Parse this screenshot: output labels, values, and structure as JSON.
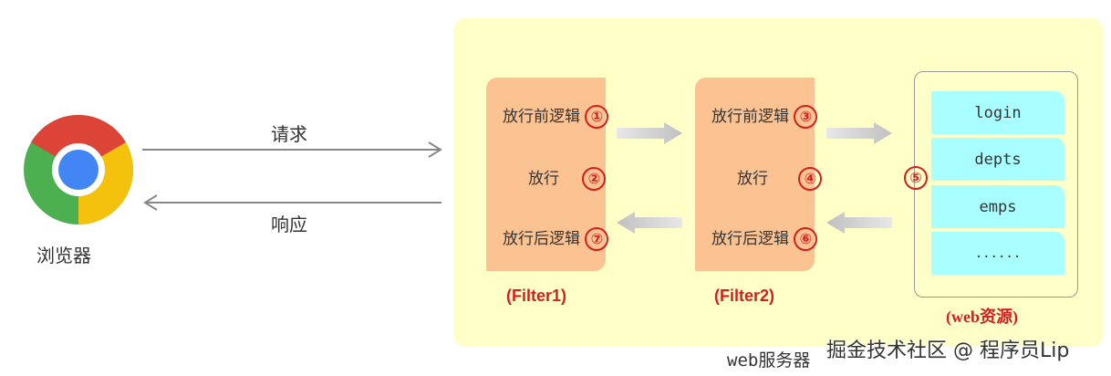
{
  "browser": {
    "label": "浏览器",
    "icon": "chrome-icon"
  },
  "arrows": {
    "request_label": "请求",
    "response_label": "响应"
  },
  "filters": [
    {
      "caption": "(Filter1)",
      "before": {
        "label": "放行前逻辑",
        "step": "①"
      },
      "pass": {
        "label": "放行",
        "step": "②"
      },
      "after": {
        "label": "放行后逻辑",
        "step": "⑦"
      }
    },
    {
      "caption": "(Filter2)",
      "before": {
        "label": "放行前逻辑",
        "step": "③"
      },
      "pass": {
        "label": "放行",
        "step": "④"
      },
      "after": {
        "label": "放行后逻辑",
        "step": "⑥"
      }
    }
  ],
  "web_resources": {
    "step": "⑤",
    "items": [
      "login",
      "depts",
      "emps",
      "......"
    ],
    "caption": "(web资源)"
  },
  "server_caption": "web服务器",
  "watermark": "掘金技术社区 @ 程序员Lip",
  "colors": {
    "server_bg": "#ffffc8",
    "filter_bg": "#fcc392",
    "resource_bg": "#a9ffff",
    "step_red": "#d21f1f",
    "flow_arrow": "#c8c8c8"
  }
}
